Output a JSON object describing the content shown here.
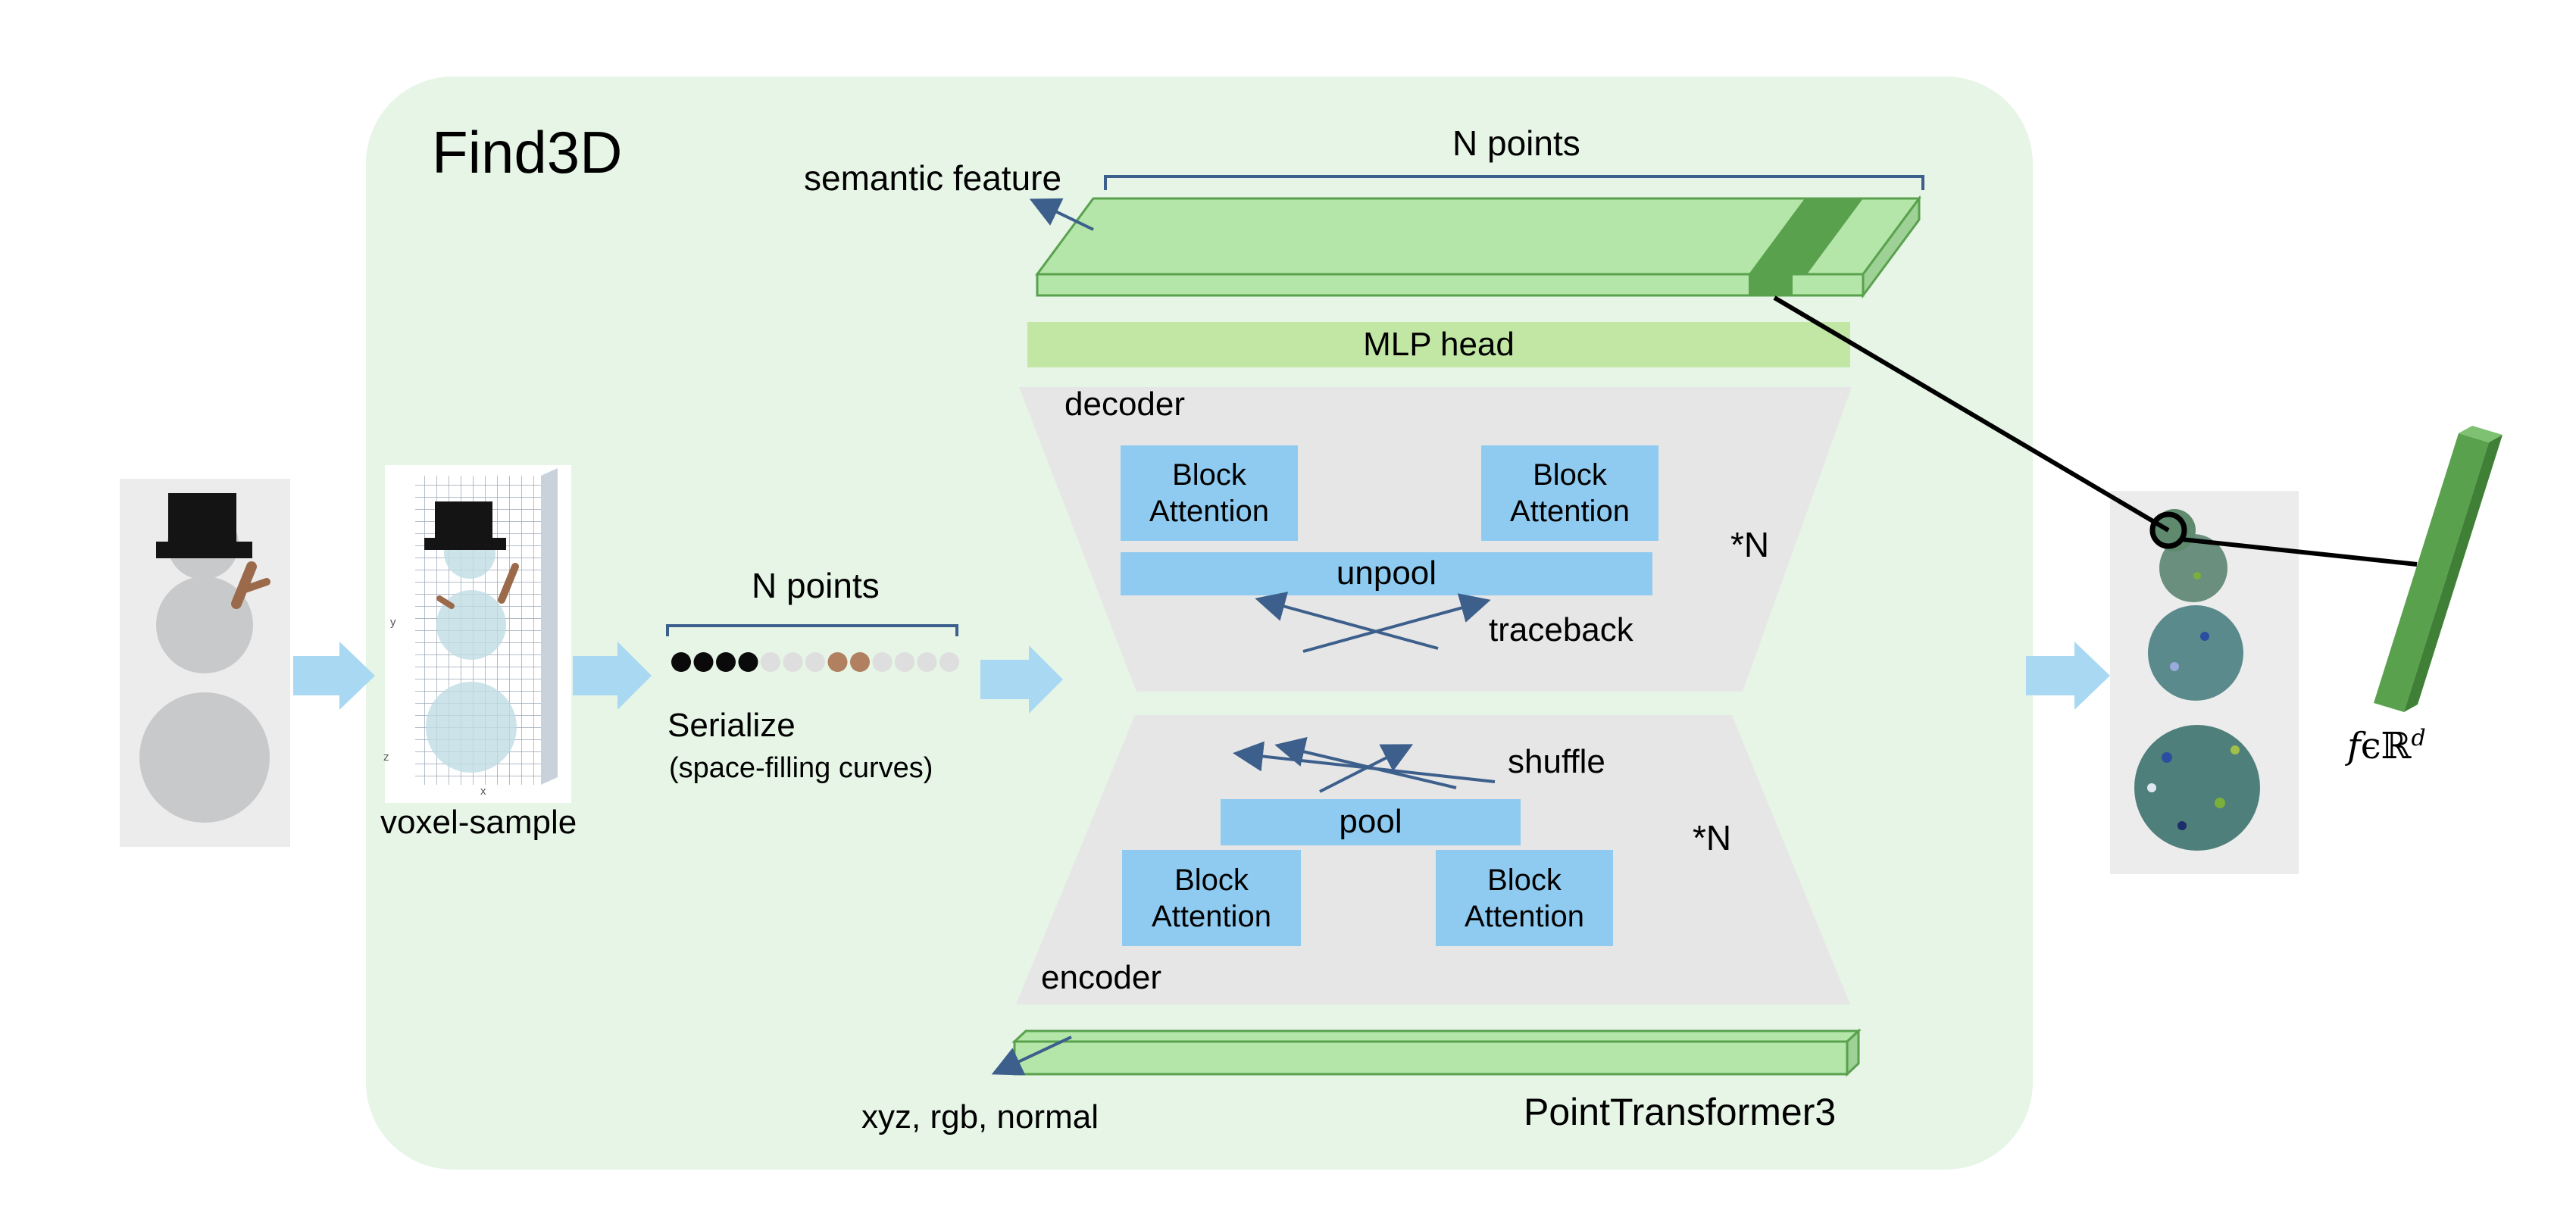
{
  "title": "Find3D",
  "labels": {
    "semantic_feature": "semantic feature",
    "n_points_top": "N points",
    "mlp_head": "MLP head",
    "decoder": "decoder",
    "encoder": "encoder",
    "block_attention_line1": "Block",
    "block_attention_line2": "Attention",
    "unpool": "unpool",
    "traceback": "traceback",
    "pool": "pool",
    "shuffle": "shuffle",
    "repeat_decoder": "*N",
    "repeat_encoder": "*N",
    "voxel_sample": "voxel-sample",
    "n_points_serial": "N points",
    "serialize": "Serialize",
    "serialize_sub": "(space-filling curves)",
    "input_features": "xyz, rgb, normal",
    "backbone": "PointTransformer3",
    "feature_space_f": "f",
    "feature_space_in": "ϵ",
    "feature_space_R": "ℝ",
    "feature_space_d": "d",
    "plot_axis_y": "y",
    "plot_axis_z": "z",
    "plot_axis_x": "x"
  },
  "colors": {
    "panel_bg": "#e6f5e6",
    "arrow": "#a9d8f2",
    "block": "#8fcbf0",
    "trapezoid": "#e6e6e6",
    "bar_light": "#b3e6a8",
    "bar_dark": "#5aa14e",
    "mlp": "#c2e6a4",
    "edge": "#3d5f8c"
  },
  "serial_dots": [
    "black",
    "black",
    "black",
    "black",
    "lightgray",
    "lightgray",
    "lightgray",
    "brown",
    "brown",
    "lightgray",
    "lightgray",
    "lightgray",
    "lightgray"
  ]
}
